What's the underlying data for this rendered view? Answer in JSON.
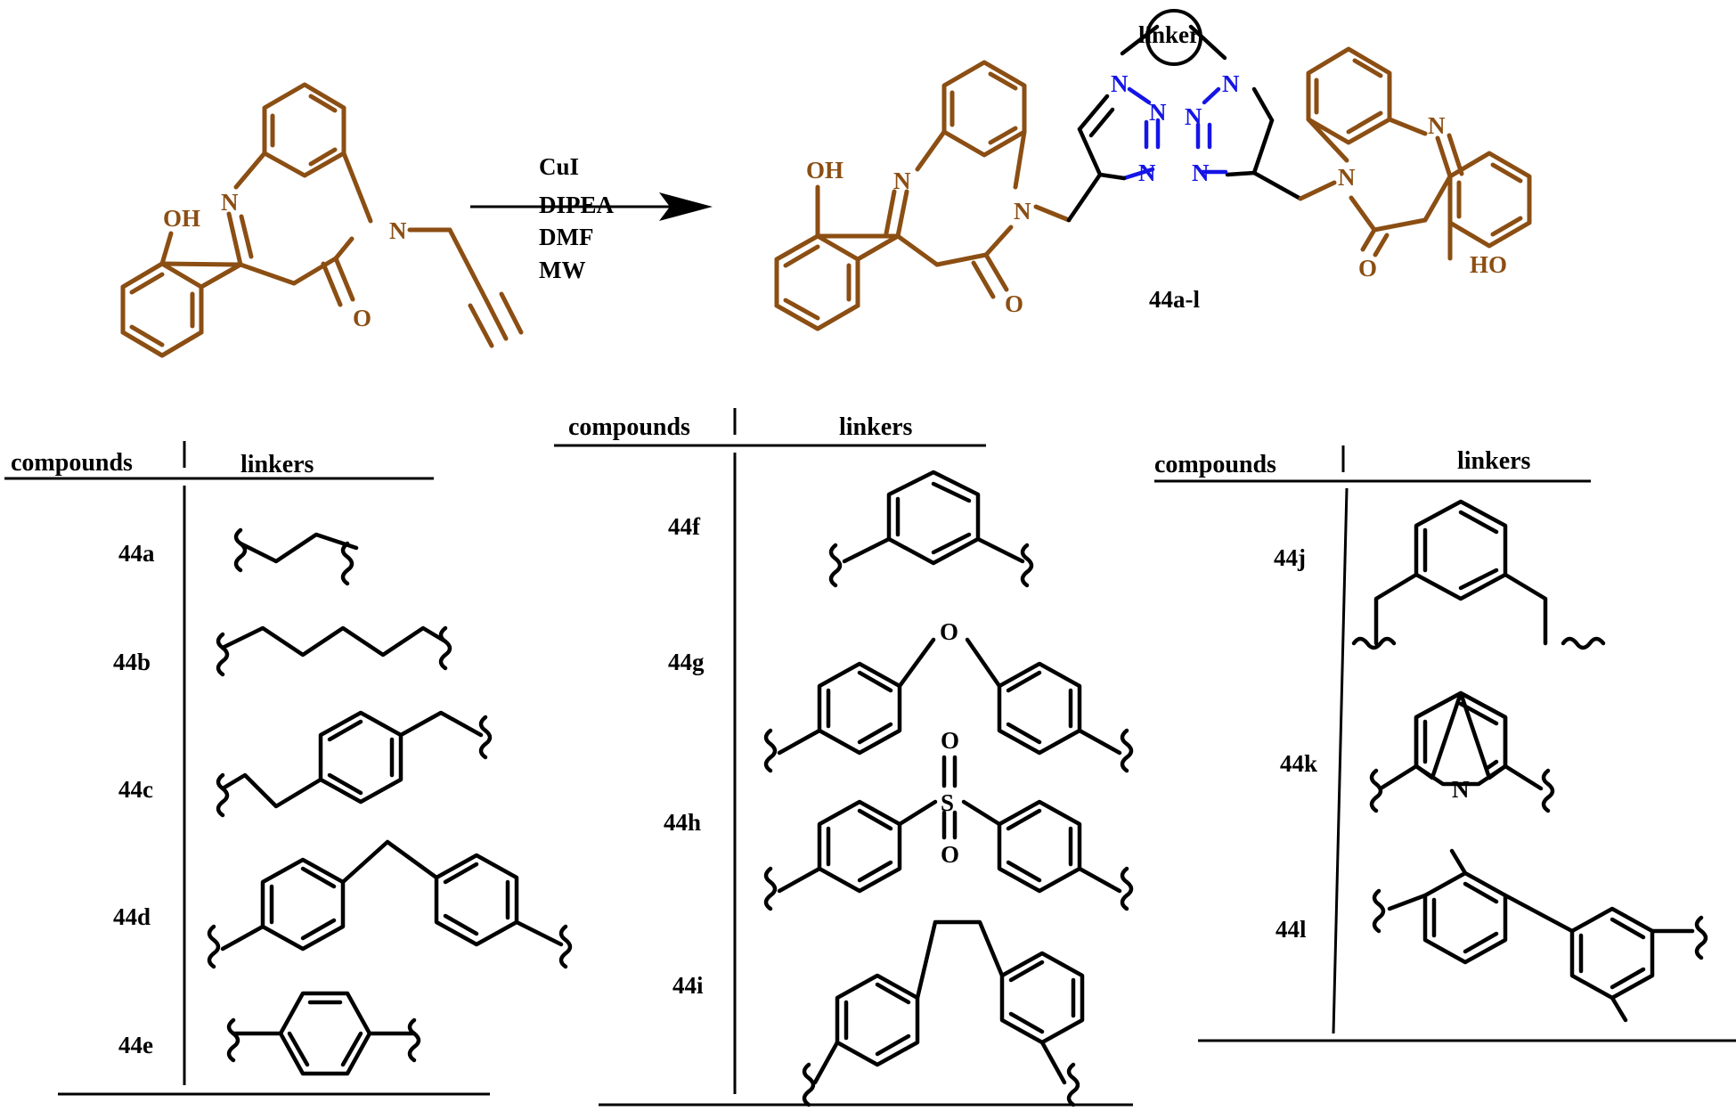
{
  "scheme": {
    "conditions": [
      "CuI",
      "DIPEA",
      "DMF",
      "MW"
    ],
    "product_label": "44a-l",
    "linker_label": "linker",
    "atoms": {
      "hydroxyl": "OH",
      "hydroxyl_rev": "HO",
      "nitrogen": "N",
      "oxygen": "O",
      "sulfur": "S"
    },
    "colors": {
      "scaffold": "#8B4E13",
      "triazole": "#1515e6",
      "linker": "#000000"
    }
  },
  "tables": [
    {
      "header_compounds": "compounds",
      "header_linkers": "linkers",
      "compounds": [
        "44a",
        "44b",
        "44c",
        "44d",
        "44e"
      ]
    },
    {
      "header_compounds": "compounds",
      "header_linkers": "linkers",
      "compounds": [
        "44f",
        "44g",
        "44h",
        "44i"
      ]
    },
    {
      "header_compounds": "compounds",
      "header_linkers": "linkers",
      "compounds": [
        "44j",
        "44k",
        "44l"
      ]
    }
  ]
}
